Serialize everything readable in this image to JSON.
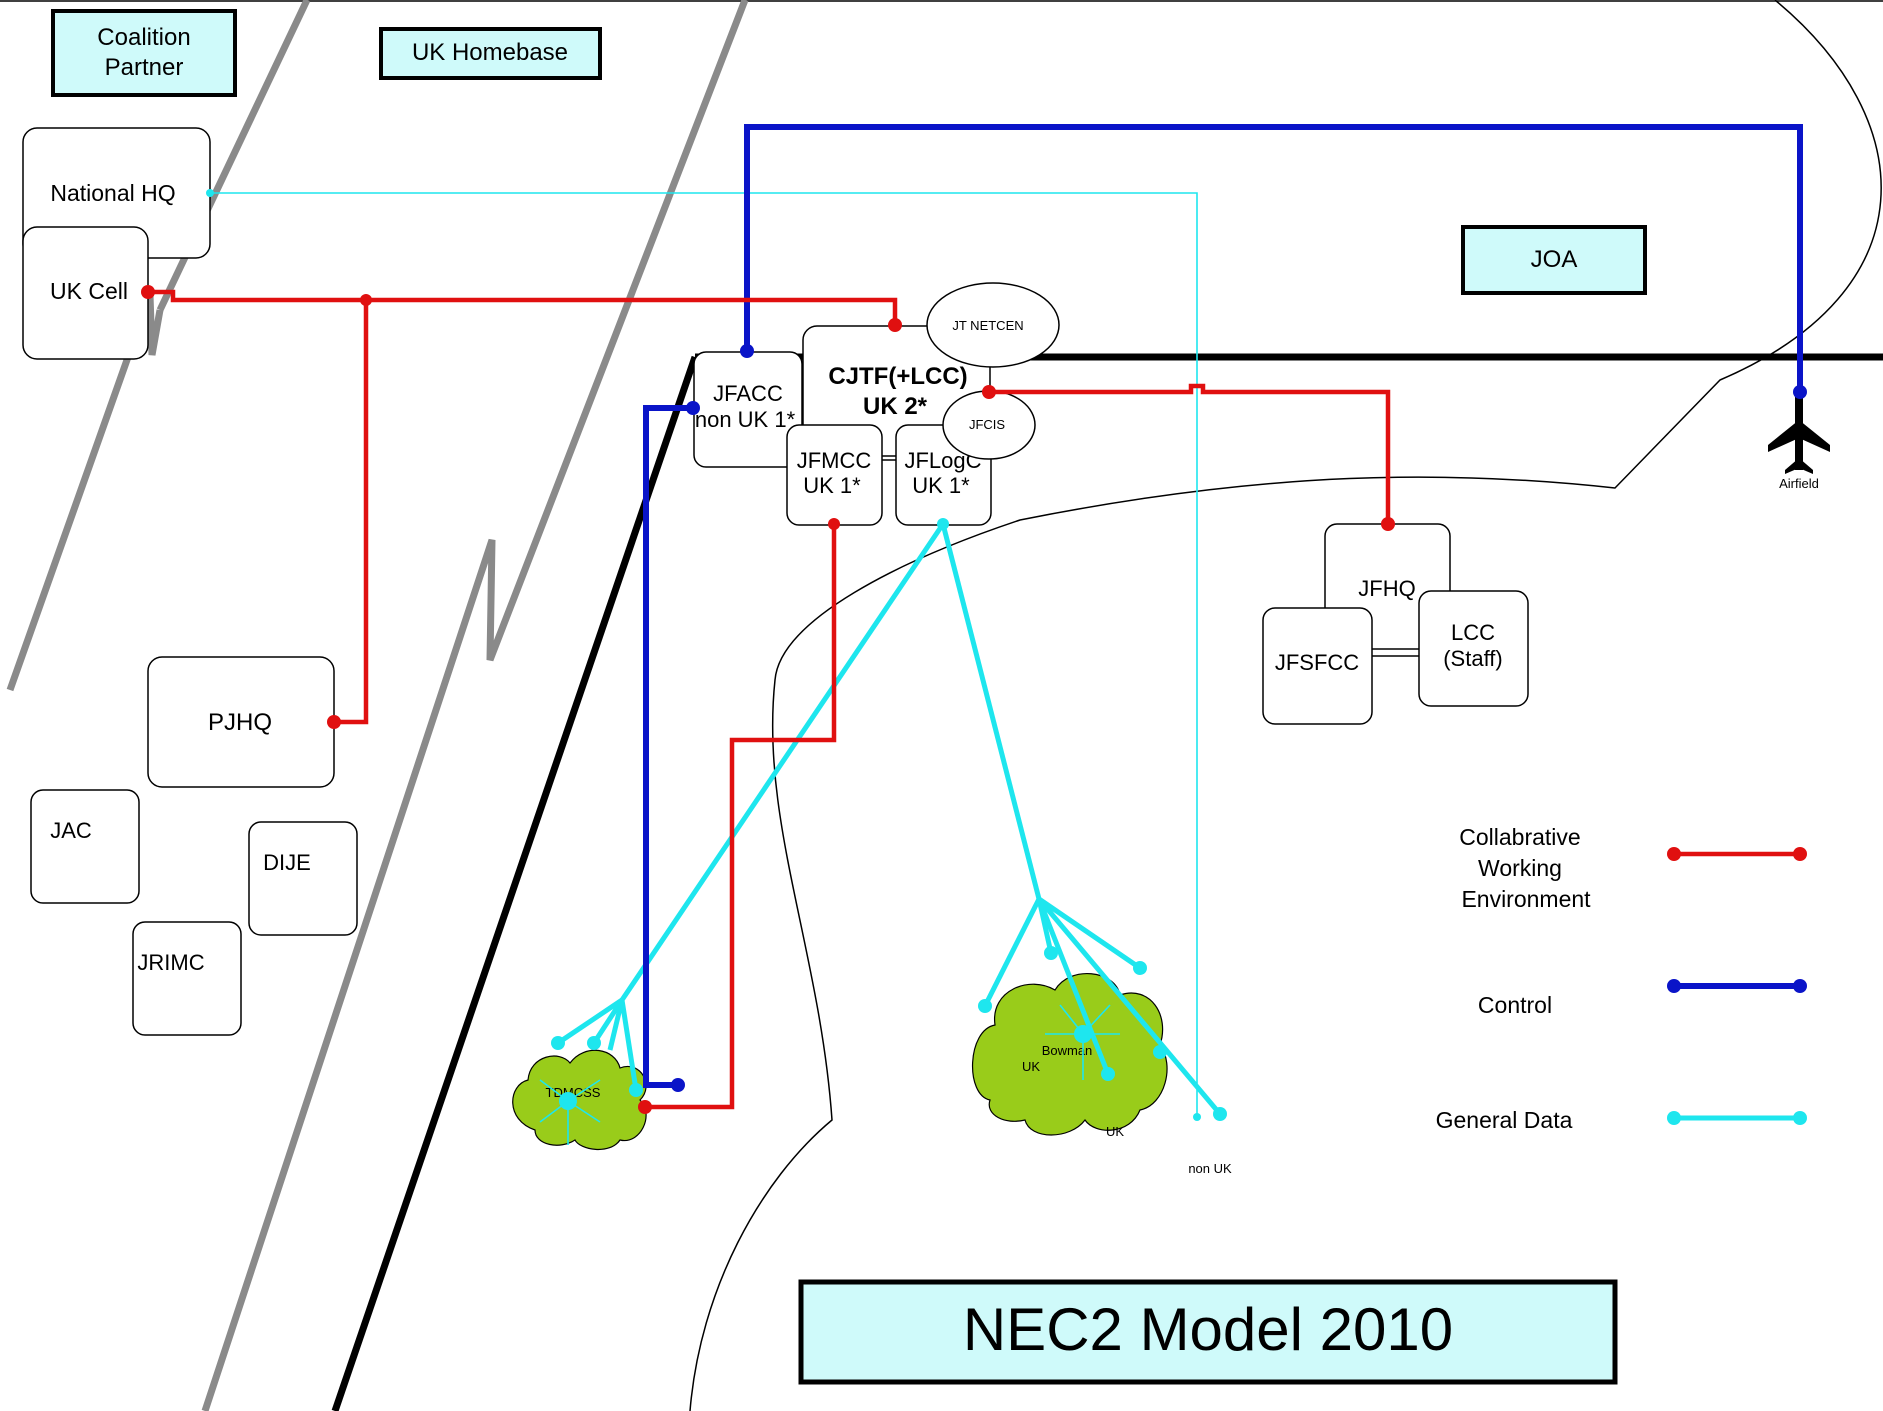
{
  "zones": {
    "coalition_partner": "Coalition Partner",
    "uk_homebase": "UK Homebase",
    "joa": "JOA"
  },
  "nodes": {
    "national_hq": "National HQ",
    "uk_cell": "UK Cell",
    "pjhq": "PJHQ",
    "jac": "JAC",
    "dije": "DIJE",
    "jrimc": "JRIMC",
    "jfacc": [
      "JFACC",
      "non UK 1*"
    ],
    "cjtf": [
      "CJTF(+LCC)",
      "UK 2*"
    ],
    "jt_netcen": "JT NETCEN",
    "jfcis": "JFCIS",
    "jfmcc": [
      "JFMCC",
      "UK 1*"
    ],
    "jflogc": [
      "JFLogC",
      "UK 1*"
    ],
    "jfhq": "JFHQ",
    "jfsfcc": "JFSFCC",
    "lcc_staff": [
      "LCC",
      "(Staff)"
    ],
    "tdmcss": "TDMCSS",
    "bowman": "Bowman",
    "bowman_uk_left": "UK",
    "bowman_uk_right": "UK",
    "non_uk": "non UK",
    "airfield": "Airfield"
  },
  "legend": {
    "collab": [
      "Collabrative",
      "Working",
      "Environment"
    ],
    "control": "Control",
    "general_data": "General Data"
  },
  "colors": {
    "collab": "#e01010",
    "control": "#0a14c8",
    "general_data": "#1ee6ee",
    "zone_box": "#cffafa",
    "network_cloud": "#99cc1a"
  },
  "title": "NEC2 Model 2010"
}
